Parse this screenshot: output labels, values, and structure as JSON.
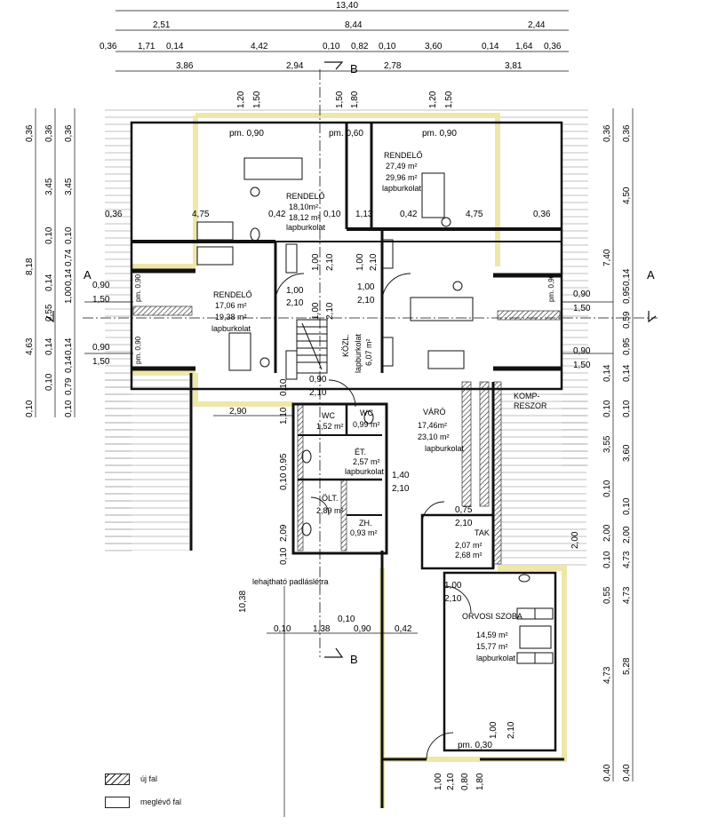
{
  "dimensions_top": {
    "overall": "13,40",
    "row2": [
      "2,51",
      "8,44",
      "2,44"
    ],
    "row3": [
      "0,36",
      "1,71",
      "0,14",
      "4,42",
      "0,10",
      "0,82",
      "0,10",
      "3,60",
      "0,14",
      "1,64",
      "0,36"
    ],
    "row4": [
      "3,86",
      "2,94",
      "2,78",
      "3,81"
    ],
    "window_heads": [
      "1,20",
      "1,50",
      "1,50",
      "1,80",
      "1,20",
      "1,50"
    ]
  },
  "dimensions_left": {
    "total": "8,18",
    "lower": "4,63",
    "col2": [
      "0,36",
      "3,45",
      "0,10",
      "0,14",
      "0,55",
      "0,14",
      "0,10"
    ],
    "col3": [
      "3,45",
      "0,10",
      "0,74",
      "0,14",
      "1,00",
      "0,14",
      "0,14",
      "0,79"
    ],
    "windows": [
      "0,90",
      "1,50",
      "0,90",
      "1,50"
    ],
    "bottom": [
      "0,10",
      "0,10",
      "0,36"
    ]
  },
  "dimensions_right": {
    "outer": [
      "0,36",
      "4,50",
      "7,40",
      "3,60",
      "5,28",
      "0,40"
    ],
    "inner": [
      "0,36",
      "0,14",
      "0,95",
      "0,59",
      "0,95",
      "0,14",
      "0,10",
      "3,55",
      "0,10",
      "2,00",
      "0,10",
      "0,55",
      "4,73",
      "0,40"
    ],
    "windows": [
      "0,90",
      "1,50",
      "0,90",
      "1,50"
    ],
    "misc": [
      "2,00",
      "0,10",
      "0,10"
    ]
  },
  "interior_dims": {
    "row_a": [
      "0,36",
      "4,75",
      "0,42",
      "0,10",
      "1,13",
      "0,42",
      "4,75",
      "0,36"
    ],
    "doors": [
      "1,00",
      "2,10",
      "1,00",
      "2,10",
      "1,00",
      "2,10",
      "0,90",
      "2,10",
      "1,40",
      "2,10",
      "0,75",
      "2,10",
      "1,00",
      "2,10",
      "1,00",
      "2,10",
      "2,10",
      "0,90",
      "1,00",
      "1,80"
    ],
    "corridor": "2,90",
    "bottom": [
      "0,10",
      "1,38",
      "0,10",
      "0,90",
      "0,42"
    ],
    "vertical": [
      "10,38",
      "1,10",
      "0,95",
      "0,10",
      "2,09",
      "0,10",
      "0,10",
      "0,30"
    ],
    "bottom_right": [
      "1,00",
      "2,10",
      "0,80",
      "1,80"
    ],
    "sills": [
      "pm. 0,90",
      "pm. 0,60",
      "pm. 0,90",
      "pm. 0,90",
      "pm. 0,90",
      "pm. 0,90",
      "pm. 0,30"
    ]
  },
  "rooms": {
    "rendelo1": {
      "name": "RENDELŐ",
      "area1": "18,10m²",
      "area2": "18,12 m²",
      "floor": "lapburkolat"
    },
    "rendelo2": {
      "name": "RENDELŐ",
      "area1": "27,49 m²",
      "area2": "29,96 m²",
      "floor": "lapburkolat"
    },
    "rendelo3": {
      "name": "RENDELŐ",
      "area1": "17,06 m²",
      "area2": "19,38 m²",
      "floor": "lapburkolat"
    },
    "kozl": {
      "name": "KÖZL.",
      "area": "6,07 m²",
      "floor": "lapburkolat"
    },
    "waro": {
      "name": "VÁRÓ",
      "area1": "17,46m²",
      "area2": "23,10 m²",
      "floor": "lapburkolat"
    },
    "wc1": {
      "name": "WC",
      "area": "1,52 m²"
    },
    "wc2": {
      "name": "WC",
      "area": "0,99 m²"
    },
    "et": {
      "name": "ÉT.",
      "area": "2,57 m²",
      "floor": "lapburkolat"
    },
    "olt": {
      "name": "ÖLT.",
      "area": "2,89 m²"
    },
    "zh": {
      "name": "ZH.",
      "area": "0,93 m²"
    },
    "tak": {
      "name": "TAK",
      "area1": "2,07 m²",
      "area2": "2,68 m²"
    },
    "orvosi": {
      "name": "ORVOSI SZOBA",
      "area1": "14,59 m²",
      "area2": "15,77 m²",
      "floor": "lapburkolat"
    },
    "kompresszor": {
      "line1": "KOMP-",
      "line2": "RESZOR"
    }
  },
  "notes": {
    "ladder": "lehajtható padláslétra"
  },
  "section_marks": {
    "a_left": "A",
    "a_right": "A",
    "b_top": "B",
    "b_bottom": "B"
  },
  "legend": {
    "new_wall": "új fal",
    "existing_wall": "meglévő fal"
  },
  "colors": {
    "ink": "#111111",
    "highlight": "#efe7a8",
    "paper": "#ffffff"
  }
}
